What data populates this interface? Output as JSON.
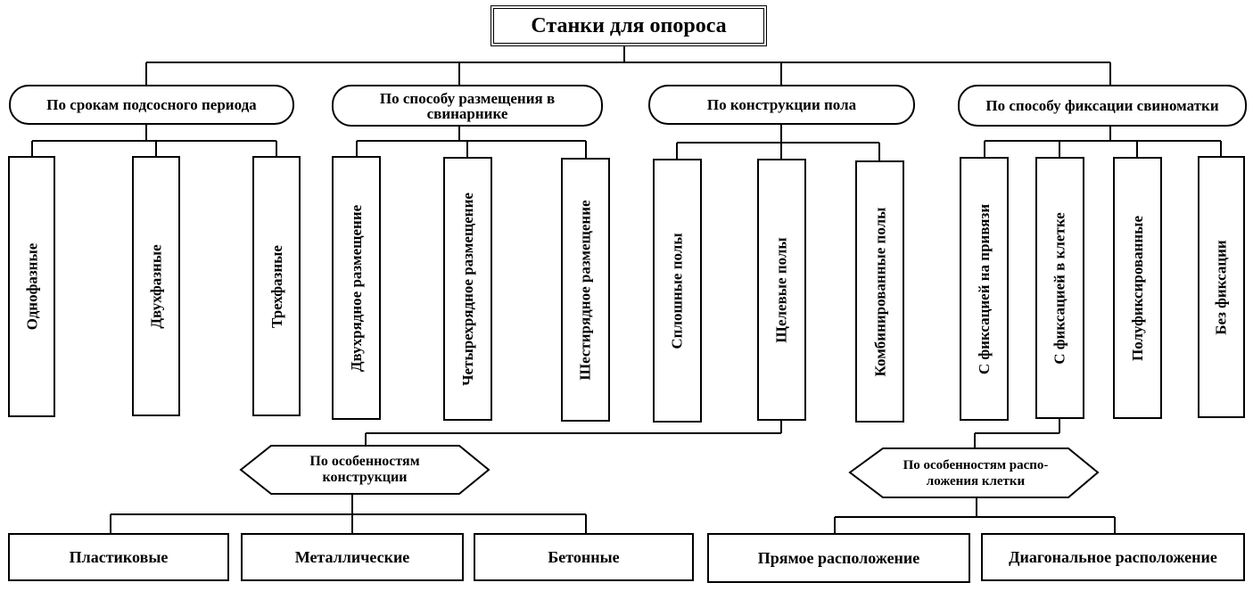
{
  "title": "Станки для опороса",
  "categories": [
    {
      "label": "По срокам подсосного периода",
      "items": [
        "Однофазные",
        "Двухфазные",
        "Трехфазные"
      ]
    },
    {
      "label": "По способу размещения в свинарнике",
      "items": [
        "Двухрядное размещение",
        "Четырехрядное размещение",
        "Шестирядное размещение"
      ]
    },
    {
      "label": "По конструкции пола",
      "items": [
        "Сплошные полы",
        "Щелевые полы",
        "Комбинированные полы"
      ]
    },
    {
      "label": "По способу фиксации свиноматки",
      "items": [
        "С фиксацией на привязи",
        "С фиксацией в клетке",
        "Полуфиксированные",
        "Без фиксации"
      ]
    }
  ],
  "sub_left": {
    "label": "По особенностям конструкции",
    "items": [
      "Пластиковые",
      "Металлические",
      "Бетонные"
    ]
  },
  "sub_right": {
    "label": "По особенностям распо-ложения клетки",
    "items": [
      "Прямое расположение",
      "Диагональное расположение"
    ]
  }
}
